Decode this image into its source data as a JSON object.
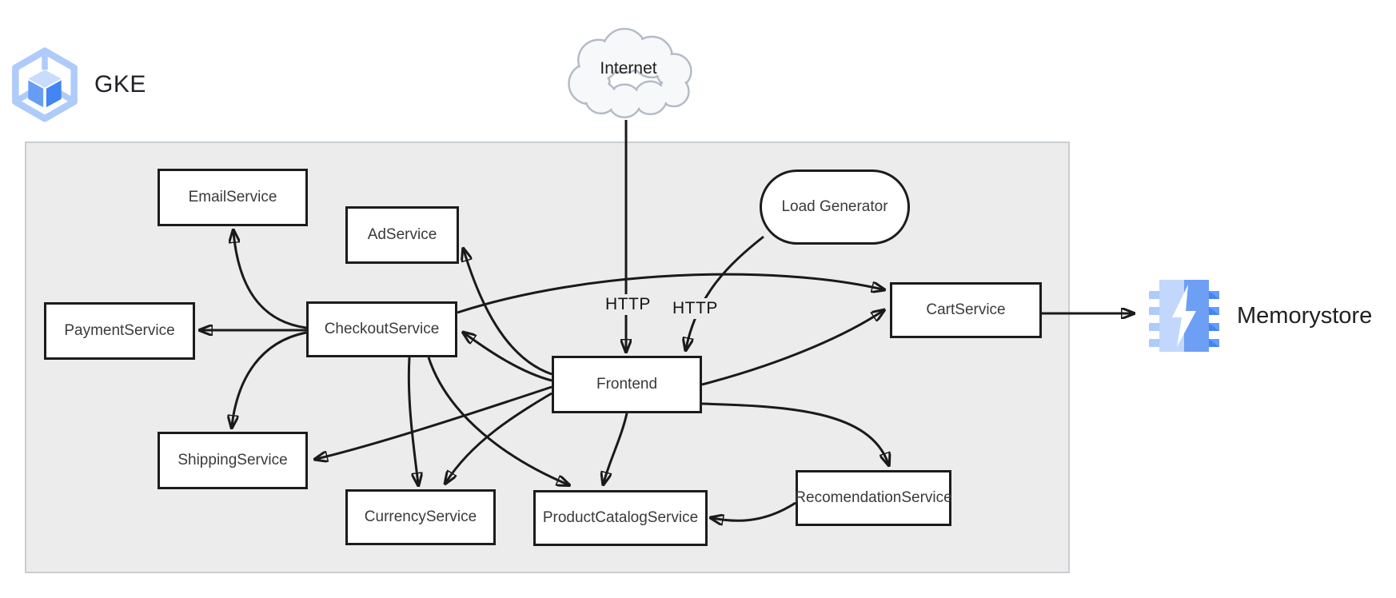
{
  "platform": {
    "label": "GKE"
  },
  "external": {
    "internet_label": "Internet",
    "memorystore_label": "Memorystore"
  },
  "edge_labels": {
    "internet_http": "HTTP",
    "loadgen_http": "HTTP"
  },
  "cluster": {
    "nodes": {
      "email": "EmailService",
      "ad": "AdService",
      "payment": "PaymentService",
      "checkout": "CheckoutService",
      "frontend": "Frontend",
      "shipping": "ShippingService",
      "currency": "CurrencyService",
      "productcatalog": "ProductCatalogService",
      "recommendation": "RecomendationService",
      "cart": "CartService",
      "loadgen": "Load Generator"
    }
  },
  "edges": [
    {
      "from": "Internet",
      "to": "Frontend",
      "label": "HTTP"
    },
    {
      "from": "Load Generator",
      "to": "Frontend",
      "label": "HTTP"
    },
    {
      "from": "Frontend",
      "to": "CheckoutService",
      "label": ""
    },
    {
      "from": "Frontend",
      "to": "AdService",
      "label": ""
    },
    {
      "from": "Frontend",
      "to": "ShippingService",
      "label": ""
    },
    {
      "from": "Frontend",
      "to": "CurrencyService",
      "label": ""
    },
    {
      "from": "Frontend",
      "to": "ProductCatalogService",
      "label": ""
    },
    {
      "from": "Frontend",
      "to": "RecomendationService",
      "label": ""
    },
    {
      "from": "Frontend",
      "to": "CartService",
      "label": ""
    },
    {
      "from": "CheckoutService",
      "to": "PaymentService",
      "label": ""
    },
    {
      "from": "CheckoutService",
      "to": "EmailService",
      "label": ""
    },
    {
      "from": "CheckoutService",
      "to": "ShippingService",
      "label": ""
    },
    {
      "from": "CheckoutService",
      "to": "CurrencyService",
      "label": ""
    },
    {
      "from": "CheckoutService",
      "to": "ProductCatalogService",
      "label": ""
    },
    {
      "from": "CheckoutService",
      "to": "CartService",
      "label": ""
    },
    {
      "from": "RecomendationService",
      "to": "ProductCatalogService",
      "label": ""
    },
    {
      "from": "CartService",
      "to": "Memorystore",
      "label": ""
    }
  ],
  "colors": {
    "cluster_fill": "#ececec",
    "cluster_border": "#c9cdd2",
    "node_fill": "#ffffff",
    "node_border": "#1c1c1c",
    "arrow": "#1a1a1a",
    "cloud_fill": "#f7f8fa",
    "cloud_stroke": "#b4bbc6",
    "gcp_blue": "#4285f4",
    "gcp_mid_blue": "#669df6",
    "gcp_light_blue": "#aecbfa"
  }
}
